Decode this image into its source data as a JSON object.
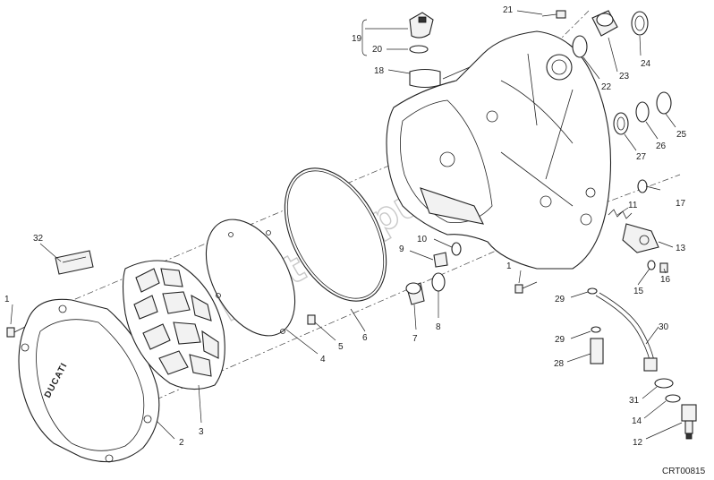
{
  "diagram": {
    "drawing_code": "CRT00815",
    "watermark": "PartsRepublik",
    "cover_logo": "DUCATI",
    "callouts": [
      "1",
      "2",
      "3",
      "4",
      "5",
      "6",
      "7",
      "8",
      "9",
      "10",
      "11",
      "12",
      "13",
      "14",
      "15",
      "16",
      "17",
      "18",
      "19",
      "20",
      "21",
      "22",
      "23",
      "24",
      "25",
      "26",
      "27",
      "28",
      "29",
      "29",
      "30",
      "31",
      "32"
    ]
  }
}
